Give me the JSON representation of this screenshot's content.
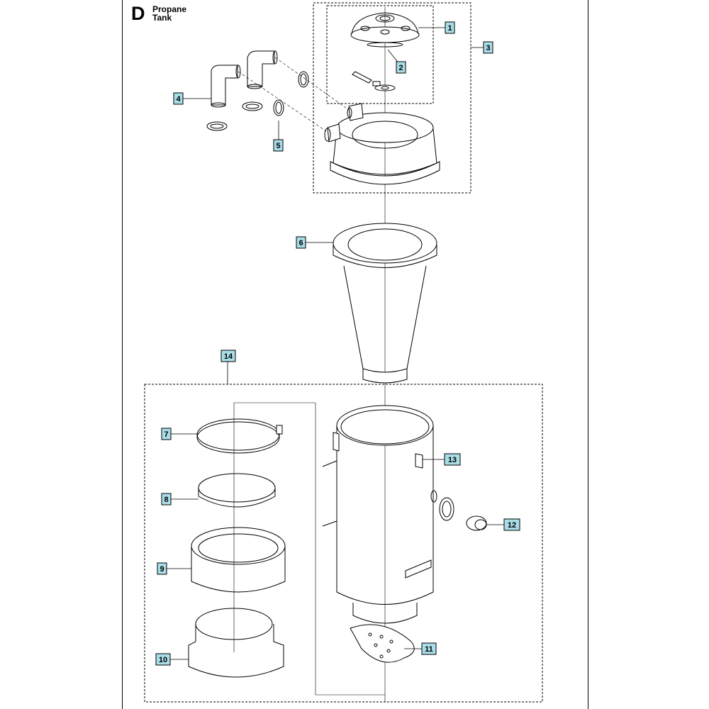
{
  "header": {
    "section_letter": "D",
    "title_line1": "Propane",
    "title_line2": "Tank"
  },
  "callouts": [
    "1",
    "2",
    "3",
    "4",
    "5",
    "6",
    "7",
    "8",
    "9",
    "10",
    "11",
    "12",
    "13",
    "14"
  ],
  "colors": {
    "callout_fill": "#a9dde8",
    "line": "#000000"
  }
}
